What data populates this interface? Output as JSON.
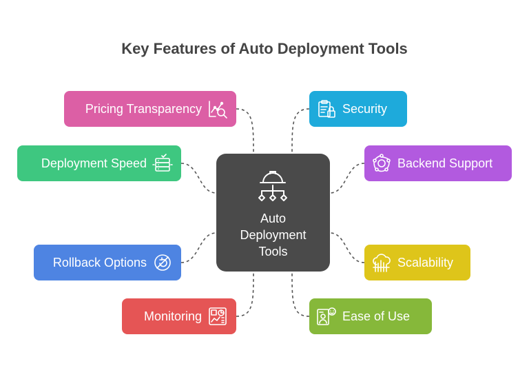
{
  "title": "Key Features of Auto Deployment Tools",
  "center": {
    "label_lines": [
      "Auto",
      "Deployment",
      "Tools"
    ],
    "color": "#4a4a4a",
    "icon": "hierarchy-icon"
  },
  "features": [
    {
      "label": "Pricing Transparency",
      "color": "#dc5fa5",
      "icon": "chart-magnifier-icon",
      "side": "left"
    },
    {
      "label": "Deployment Speed",
      "color": "#3ec780",
      "icon": "server-check-icon",
      "side": "left"
    },
    {
      "label": "Rollback Options",
      "color": "#4e84e2",
      "icon": "rollback-icon",
      "side": "left"
    },
    {
      "label": "Monitoring",
      "color": "#e55555",
      "icon": "dashboard-icon",
      "side": "left"
    },
    {
      "label": "Security",
      "color": "#1eaadb",
      "icon": "clipboard-lock-icon",
      "side": "right"
    },
    {
      "label": "Backend Support",
      "color": "#b25adf",
      "icon": "network-hub-icon",
      "side": "right"
    },
    {
      "label": "Scalability",
      "color": "#dec51a",
      "icon": "cloud-scale-icon",
      "side": "right"
    },
    {
      "label": "Ease of Use",
      "color": "#86b83a",
      "icon": "user-happy-icon",
      "side": "right"
    }
  ]
}
